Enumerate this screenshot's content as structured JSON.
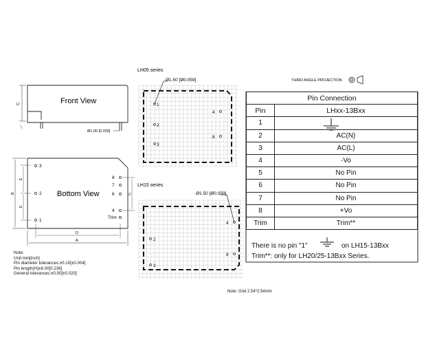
{
  "front_view": {
    "title": "Front View",
    "dim_height": "C",
    "dim_pin_dia": "Ø1.00 [0.039]"
  },
  "bottom_view": {
    "title": "Bottom View",
    "dims": {
      "A": "A",
      "B": "B",
      "D": "D",
      "E": "E",
      "G": "G"
    },
    "pins_left": [
      "3",
      "2",
      "1"
    ],
    "pins_right": [
      "8",
      "7",
      "6",
      "4",
      "Trim"
    ]
  },
  "lh05": {
    "title": "LH05 series",
    "dia": "Ø1.50 [Ø0.059]",
    "pins": [
      "1",
      "2",
      "3",
      "4",
      "8"
    ]
  },
  "lh15": {
    "title": "LH15 series",
    "dia": "Ø1.50 [Ø0.059]",
    "pins": [
      "2",
      "3",
      "4",
      "8"
    ]
  },
  "projection": "THIRD ANGLE PROJECTION",
  "pin_connection": {
    "title": "Pin Connection",
    "col_pin": "Pin",
    "col_model": "LHxx-13Bxx",
    "rows": [
      {
        "pin": "1",
        "func": ""
      },
      {
        "pin": "2",
        "func": "AC(N)"
      },
      {
        "pin": "3",
        "func": "AC(L)"
      },
      {
        "pin": "4",
        "func": "-Vo"
      },
      {
        "pin": "5",
        "func": "No Pin"
      },
      {
        "pin": "6",
        "func": "No Pin"
      },
      {
        "pin": "7",
        "func": "No Pin"
      },
      {
        "pin": "8",
        "func": "+Vo"
      },
      {
        "pin": "Trim",
        "func": "Trim**"
      }
    ],
    "note1_a": "There is no pin \"1\"",
    "note1_b": "on LH15-13Bxx",
    "note2": "Trim**: only for LH20/25-13Bxx Series."
  },
  "notes": {
    "title": "Note:",
    "lines": [
      "Unit:mm[inch]",
      "Pin diameter tolerances:±0.10[±0.004]",
      "Pin length(H)±6.00[0.236]",
      "General tolerances:±0.50[±0.020]"
    ]
  },
  "grid_note": "Note: Grid 2.54*2.54mm"
}
